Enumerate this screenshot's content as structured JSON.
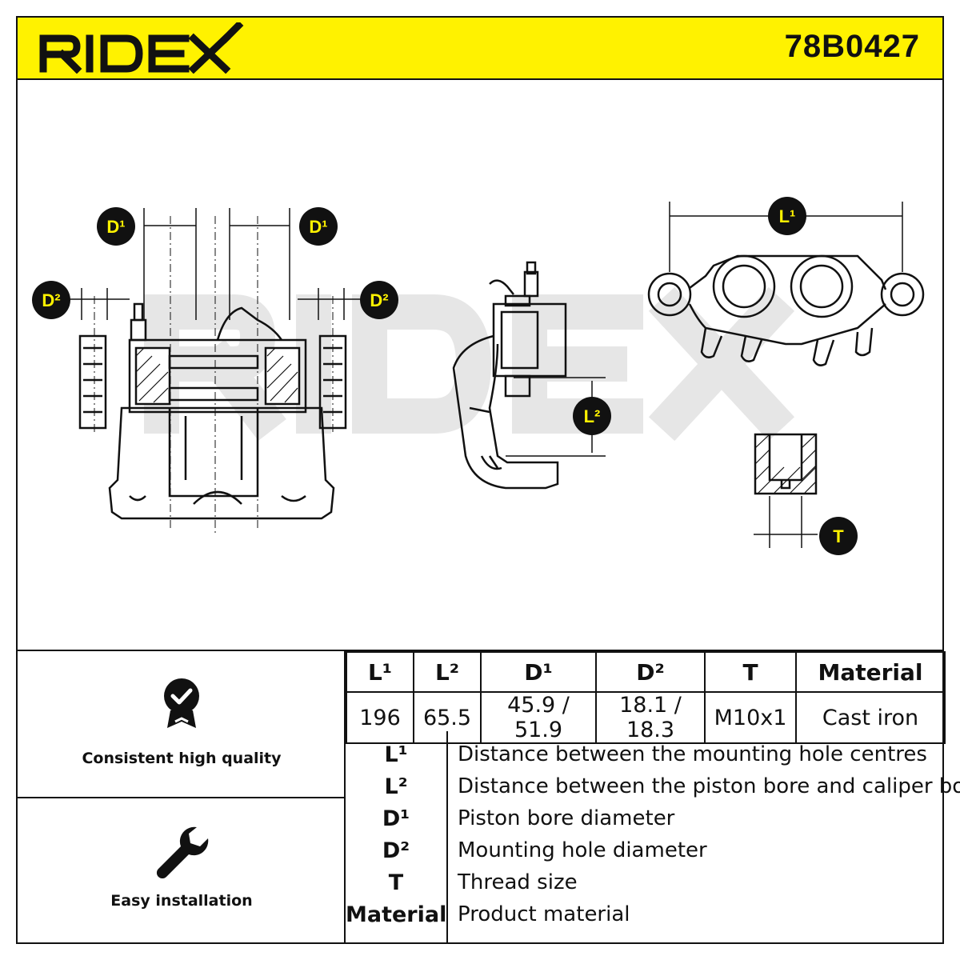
{
  "header": {
    "brand": "RIDEX",
    "part_number": "78B0427",
    "accent_color": "#fff200"
  },
  "drawing": {
    "watermark": "RIDEX",
    "labels": {
      "d1_left": "D¹",
      "d1_right": "D¹",
      "d2_left": "D²",
      "d2_right": "D²",
      "l2": "L²",
      "l1": "L¹",
      "t": "T"
    }
  },
  "features": [
    {
      "label": "Consistent high quality",
      "icon": "quality-badge-icon"
    },
    {
      "label": "Easy installation",
      "icon": "wrench-icon"
    }
  ],
  "spec_table": {
    "headers": [
      "L¹",
      "L²",
      "D¹",
      "D²",
      "T",
      "Material"
    ],
    "values": [
      "196",
      "65.5",
      "45.9 / 51.9",
      "18.1 / 18.3",
      "M10x1",
      "Cast iron"
    ]
  },
  "legend": [
    {
      "key": "L¹",
      "desc": "Distance between the mounting hole centres"
    },
    {
      "key": "L²",
      "desc": "Distance between the piston bore and caliper body"
    },
    {
      "key": "D¹",
      "desc": "Piston bore diameter"
    },
    {
      "key": "D²",
      "desc": "Mounting hole diameter"
    },
    {
      "key": "T",
      "desc": "Thread size"
    },
    {
      "key": "Material",
      "desc": "Product material"
    }
  ]
}
